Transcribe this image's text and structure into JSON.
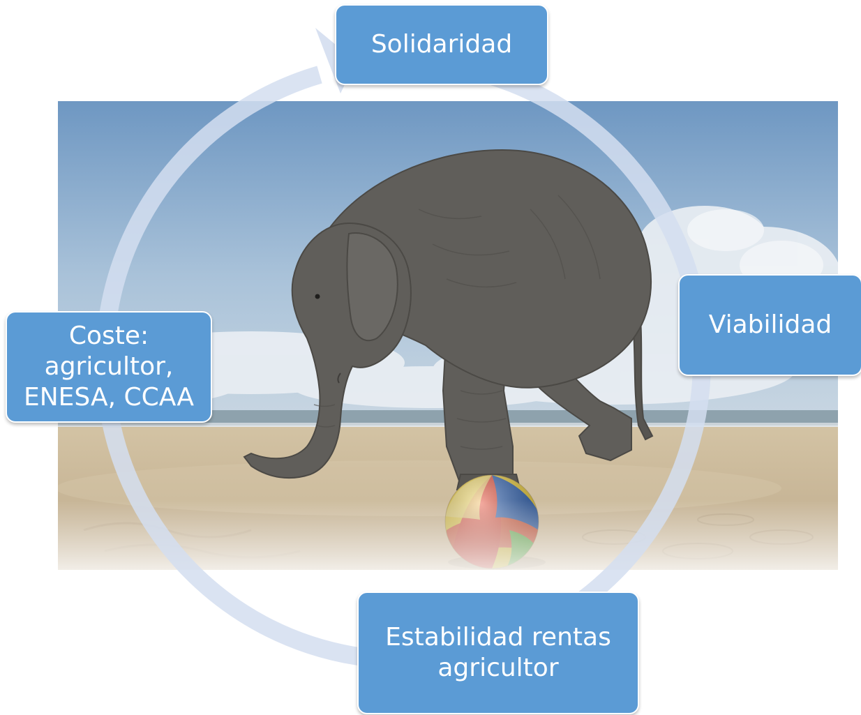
{
  "diagram": {
    "type": "cycle",
    "arrow_color": "#d4def0",
    "node_color": "#5b9bd5",
    "nodes": [
      {
        "id": "top",
        "lines": [
          "Solidaridad"
        ]
      },
      {
        "id": "right",
        "lines": [
          "Viabilidad"
        ]
      },
      {
        "id": "bottom",
        "lines": [
          "Estabilidad rentas",
          "agricultor"
        ]
      },
      {
        "id": "left",
        "lines": [
          "Coste:",
          "agricultor,",
          "ENESA, CCAA"
        ]
      }
    ]
  },
  "background_photo": {
    "subject": "elephant balancing on a beach ball on a beach",
    "colors": {
      "sky_top": "#6f98c3",
      "sky_bottom": "#bcd0e0",
      "sea": "#8fa3ae",
      "sand": "#c9b798",
      "elephant": "#5f5d59",
      "ball_yellow": "#f2d23a",
      "ball_red": "#e8503a",
      "ball_blue": "#2f63b5",
      "ball_green": "#6cc04a"
    }
  }
}
